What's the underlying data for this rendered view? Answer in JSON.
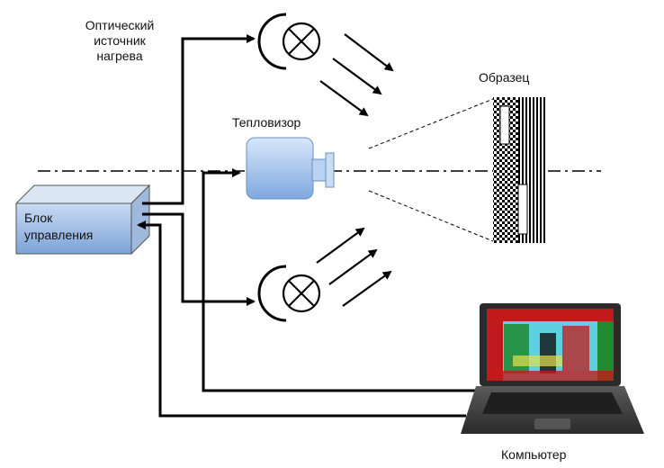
{
  "labels": {
    "source_line1": "Оптический",
    "source_line2": "источник",
    "source_line3": "нагрева",
    "imager": "Тепловизор",
    "sample": "Образец",
    "control_line1": "Блок",
    "control_line2": "управления",
    "computer": "Компьютер"
  },
  "colors": {
    "box_blue": "#8fb3df",
    "camera_blue": "#9cc0ea",
    "line": "#000000",
    "screen_red": "#c21a1a",
    "screen_green": "#1f8a2e",
    "screen_cyan": "#5fd0e0",
    "laptop_body": "#3a3a3a"
  }
}
